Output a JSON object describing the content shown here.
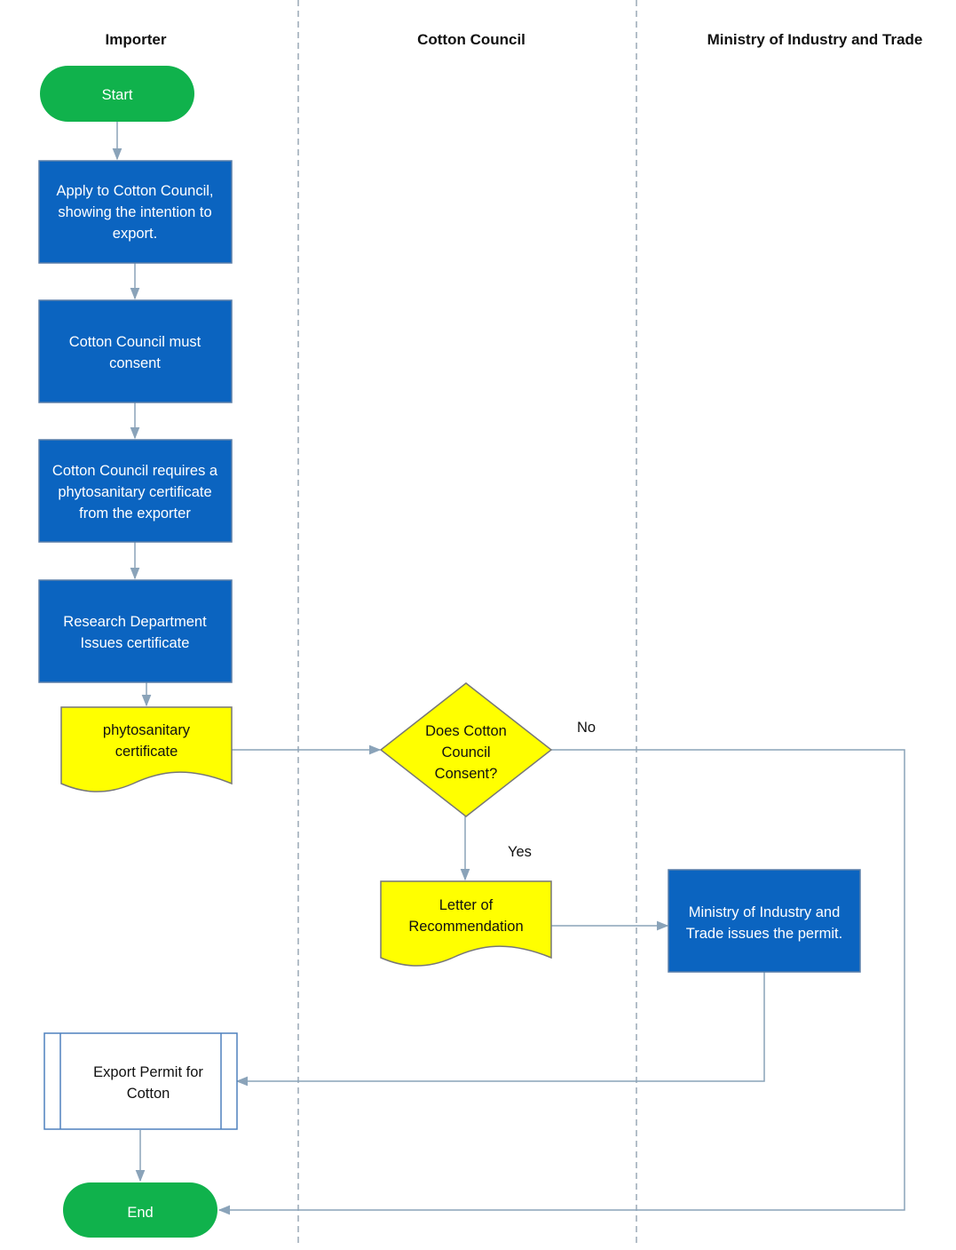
{
  "colors": {
    "terminal": "#10b24c",
    "process": "#0b64c0",
    "process_border": "#5b7ea8",
    "document": "#ffff00",
    "document_border": "#777777",
    "decision": "#ffff00",
    "subprocess_border": "#4f81bd",
    "connector": "#8aa3b9",
    "lane_divider": "#9aa8b5",
    "text_light": "#ffffff",
    "text_dark": "#111111"
  },
  "lanes": {
    "importer": "Importer",
    "cotton_council": "Cotton Council",
    "ministry": "Ministry of Industry and Trade"
  },
  "nodes": {
    "start": {
      "shape": "terminal",
      "lines": [
        "Start"
      ]
    },
    "apply": {
      "shape": "process",
      "lines": [
        "Apply to Cotton Council,",
        "showing the intention to",
        "export."
      ]
    },
    "consent": {
      "shape": "process",
      "lines": [
        "Cotton Council must",
        "consent"
      ]
    },
    "requires": {
      "shape": "process",
      "lines": [
        "Cotton Council requires a",
        "phytosanitary certificate",
        "from the exporter"
      ]
    },
    "research": {
      "shape": "process",
      "lines": [
        "Research Department",
        "Issues certificate"
      ]
    },
    "phyto_doc": {
      "shape": "document",
      "lines": [
        "phytosanitary",
        "certificate"
      ]
    },
    "decision": {
      "shape": "decision",
      "lines": [
        "Does Cotton",
        "Council",
        "Consent?"
      ]
    },
    "letter": {
      "shape": "document",
      "lines": [
        "Letter of",
        "Recommendation"
      ]
    },
    "ministry_issue": {
      "shape": "process",
      "lines": [
        "Ministry of Industry and",
        "Trade issues the permit."
      ]
    },
    "permit": {
      "shape": "subprocess",
      "lines": [
        "Export Permit for",
        "Cotton"
      ]
    },
    "end": {
      "shape": "terminal",
      "lines": [
        "End"
      ]
    }
  },
  "edge_labels": {
    "no": "No",
    "yes": "Yes"
  }
}
